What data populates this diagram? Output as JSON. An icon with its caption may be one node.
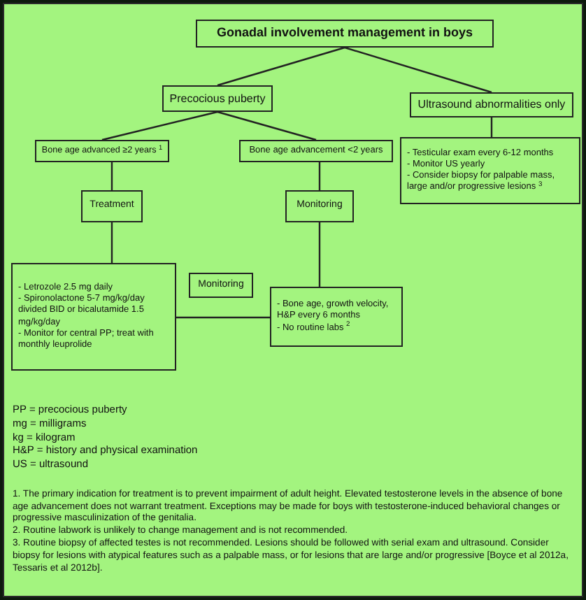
{
  "diagram": {
    "nodes": [
      {
        "text": [
          "Gonadal involvement management in boys"
        ]
      },
      {
        "text": [
          "Precocious puberty"
        ]
      },
      {
        "text": [
          "Ultrasound abnormalities only"
        ]
      },
      {
        "text": [
          "Bone age advanced ≥2 years $^{1}$"
        ]
      },
      {
        "text": [
          "Bone age advancement <2 years"
        ]
      },
      {
        "text": [
          "- Testicular exam every 6-12 months",
          "- Monitor US yearly",
          "- Consider biopsy for palpable mass, large and/or progressive lesions $^{3}$"
        ]
      },
      {
        "text": [
          "Treatment"
        ]
      },
      {
        "text": [
          "Monitoring"
        ]
      },
      {
        "text": [
          "- Letrozole 2.5 mg daily",
          "- Spironolactone 5-7 mg/kg/day divided BID or bicalutamide 1.5 mg/kg/day",
          "- Monitor for central PP; treat with monthly leuprolide"
        ]
      },
      {
        "text": [
          "Monitoring"
        ]
      },
      {
        "text": [
          "- Bone age, growth velocity, H&P every 6 months",
          "- No routine labs $^{2}$"
        ]
      }
    ],
    "edges": [
      {
        "from": 0,
        "to": 1,
        "arrow": "none"
      },
      {
        "from": 0,
        "to": 2,
        "arrow": "none"
      },
      {
        "from": 1,
        "to": 3,
        "arrow": "none"
      },
      {
        "from": 1,
        "to": 4,
        "arrow": "none"
      },
      {
        "from": 2,
        "to": 5,
        "arrow": "none"
      },
      {
        "from": 3,
        "to": 6,
        "arrow": "none"
      },
      {
        "from": 4,
        "to": 7,
        "arrow": "none"
      },
      {
        "from": 6,
        "to": 8,
        "arrow": "none"
      },
      {
        "from": 7,
        "to": 10,
        "arrow": "none"
      },
      {
        "from": 8,
        "to": 10,
        "arrow": "none"
      }
    ],
    "labels": [
      "PP = precocious puberty",
      "mg = milligrams",
      "kg = kilogram",
      "H&P = history and physical examination",
      "US = ultrasound",
      "1. The primary indication for treatment is to prevent impairment of adult height. Elevated testosterone levels in the absence of bone age advancement does not warrant treatment. Exceptions may be made for boys with testosterone-induced behavioral changes or progressive masculinization of the genitalia.",
      "2. Routine labwork is unlikely to change management and is not recommended.",
      "3. Routine biopsy of affected testes is not recommended. Lesions should be followed with serial exam and ultrasound. Consider biopsy for lesions with atypical features such as a palpable mass, or for lesions that are large and/or progressive [Boyce et al 2012a, Tessaris et al 2012b]."
    ]
  }
}
